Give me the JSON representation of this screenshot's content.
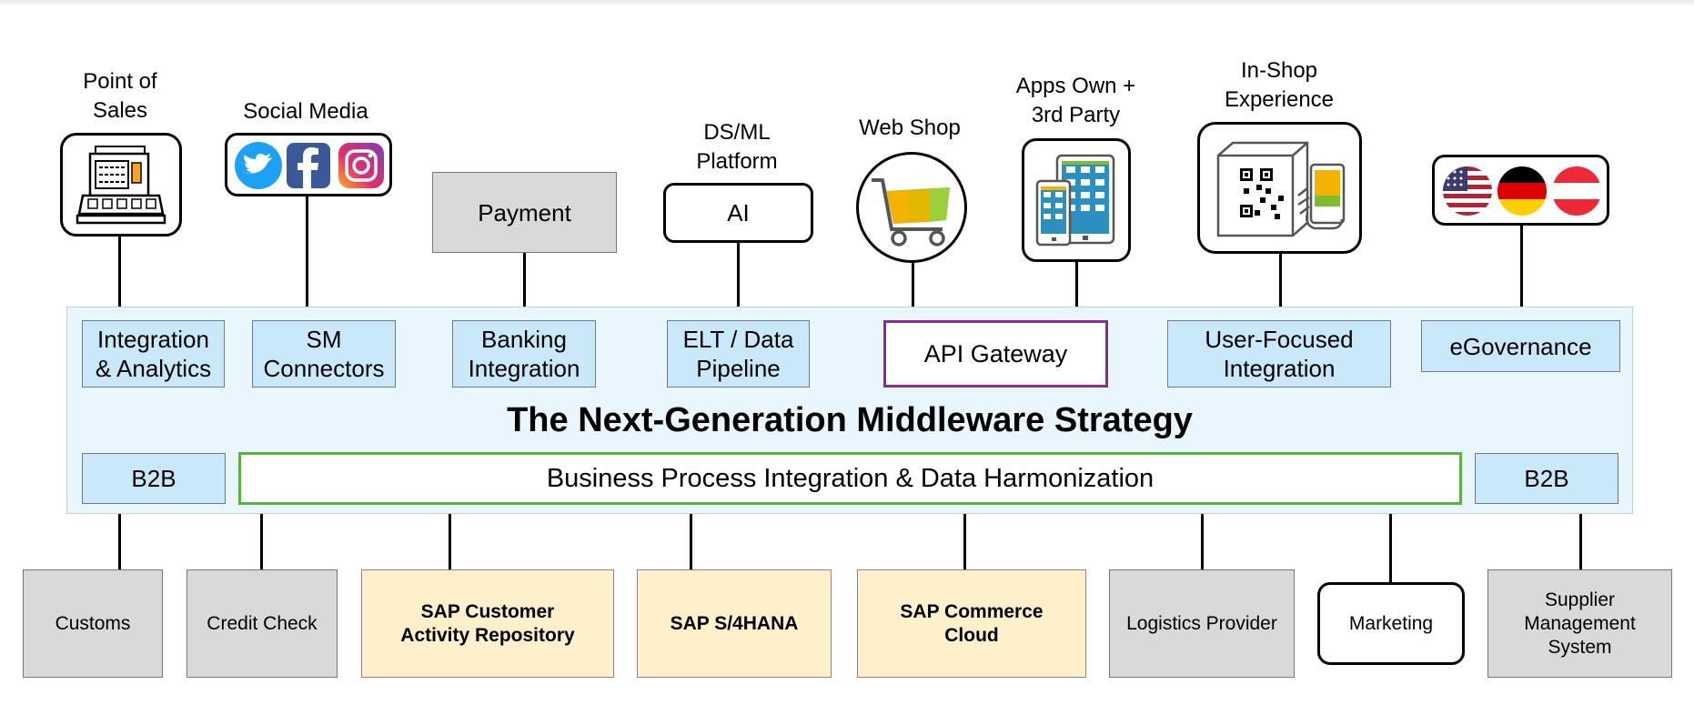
{
  "strategy_title": "The Next-Generation Middleware Strategy",
  "top_labels": {
    "pos": "Point of\nSales",
    "social": "Social Media",
    "dsml": "DS/ML\nPlatform",
    "webshop": "Web Shop",
    "apps": "Apps Own +\n3rd Party",
    "inshop": "In-Shop\nExperience"
  },
  "top_boxes": {
    "payment": "Payment",
    "ai": "AI"
  },
  "middle_boxes": {
    "integration_analytics": "Integration\n& Analytics",
    "sm_connectors": "SM\nConnectors",
    "banking": "Banking\nIntegration",
    "elt": "ELT / Data\nPipeline",
    "api_gateway": "API Gateway",
    "user_focused": "User-Focused\nIntegration",
    "egovernance": "eGovernance",
    "b2b_left": "B2B",
    "b2b_right": "B2B",
    "bpi": "Business Process Integration & Data Harmonization"
  },
  "bottom_boxes": {
    "customs": "Customs",
    "credit_check": "Credit Check",
    "sap_car": "SAP Customer\nActivity Repository",
    "sap_s4": "SAP S/4HANA",
    "sap_commerce": "SAP Commerce\nCloud",
    "logistics": "Logistics Provider",
    "marketing": "Marketing",
    "supplier": "Supplier\nManagement\nSystem"
  },
  "colors": {
    "middle_background": "#eaf6fd",
    "blue_box": "#c9e9fb",
    "gray_box": "#d9d9d9",
    "sap_box": "#fff0cc",
    "bpi_border": "#5ab33e",
    "api_border": "#8a2b8e"
  }
}
